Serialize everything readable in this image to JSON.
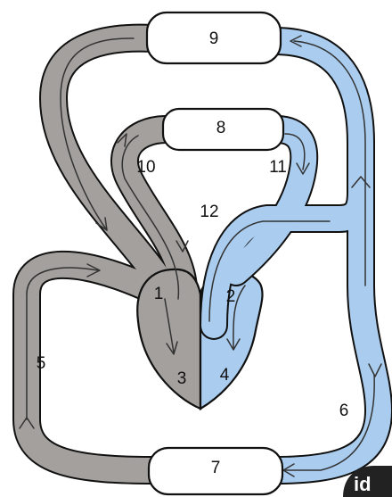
{
  "colors": {
    "deoxygenated": "#a3a09d",
    "oxygenated": "#a9ccef",
    "outline": "#111111",
    "organ_fill": "#ffffff",
    "logo": "#222222"
  },
  "labels": {
    "n1": "1",
    "n2": "2",
    "n3": "3",
    "n4": "4",
    "n5": "5",
    "n6": "6",
    "n7": "7",
    "n8": "8",
    "n9": "9",
    "n10": "10",
    "n11": "11",
    "n12": "12"
  },
  "logo": {
    "text": "id"
  }
}
